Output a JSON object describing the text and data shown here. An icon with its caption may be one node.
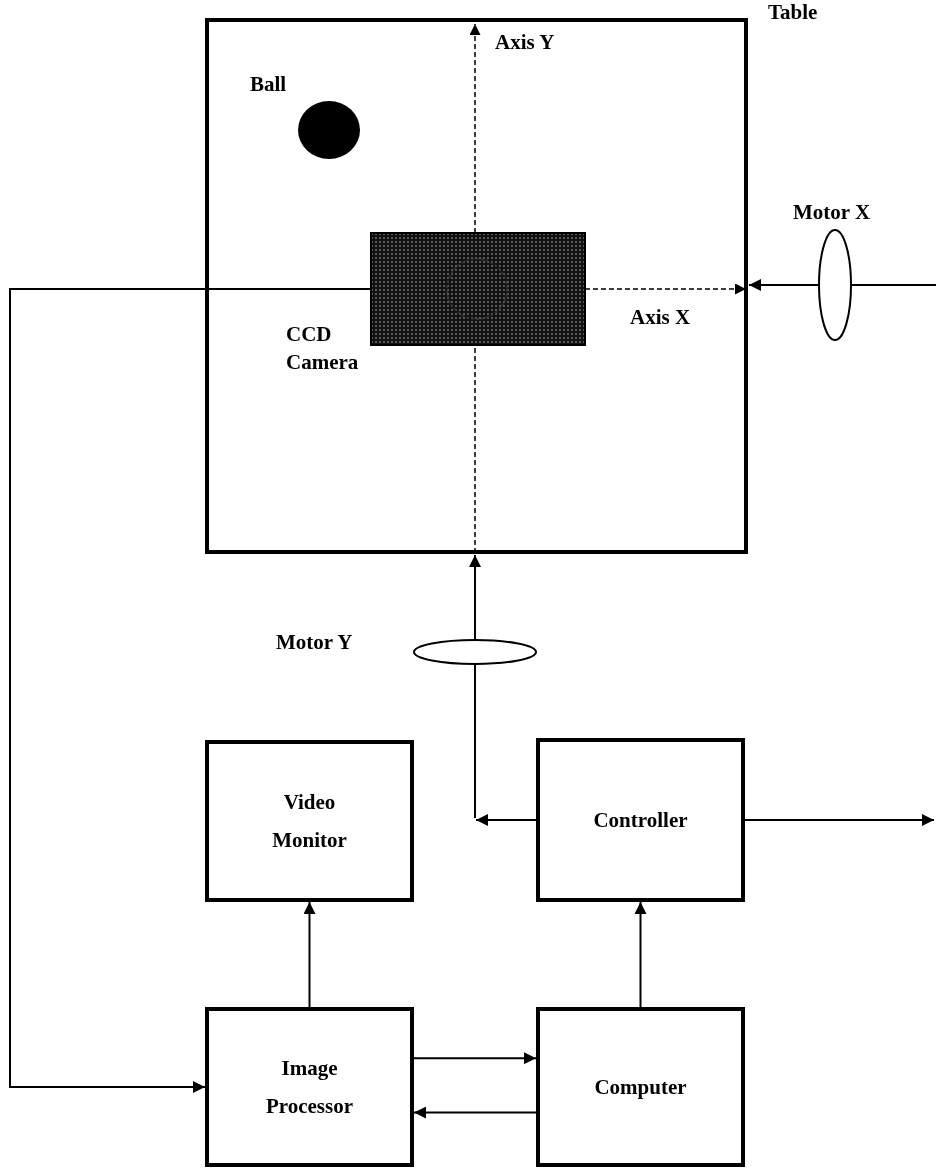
{
  "diagram": {
    "nodes": [
      {
        "text": [
          "Table"
        ]
      },
      {
        "text": [
          "Ball"
        ],
        "in": 0
      },
      {
        "text": [
          "CCD Camera"
        ],
        "in": 0
      },
      {
        "text": [
          "Motor X"
        ]
      },
      {
        "text": [
          "Motor Y"
        ]
      },
      {
        "text": [
          "Video Monitor"
        ]
      },
      {
        "text": [
          "Controller"
        ]
      },
      {
        "text": [
          "Image Processor"
        ]
      },
      {
        "text": [
          "Computer"
        ]
      }
    ],
    "edges": [
      {
        "from": 2,
        "to": 7,
        "arrow": "to"
      },
      {
        "from": null,
        "to": 3,
        "arrow": "none"
      },
      {
        "from": 3,
        "to": 0,
        "arrow": "to"
      },
      {
        "from": 6,
        "to": null,
        "arrow": "to"
      },
      {
        "from": null,
        "to": 4,
        "arrow": "none"
      },
      {
        "from": 4,
        "to": 0,
        "arrow": "to"
      },
      {
        "from": 6,
        "to": null,
        "arrow": "to"
      },
      {
        "from": 7,
        "to": 5,
        "arrow": "to"
      },
      {
        "from": 8,
        "to": 6,
        "arrow": "to"
      },
      {
        "from": 7,
        "to": 8,
        "arrow": "to"
      },
      {
        "from": 8,
        "to": 7,
        "arrow": "to"
      },
      {
        "from": 2,
        "to": 0,
        "arrow": "to",
        "style": "dashed",
        "label": "Axis X"
      }
    ],
    "labels": [
      "Axis Y"
    ]
  }
}
